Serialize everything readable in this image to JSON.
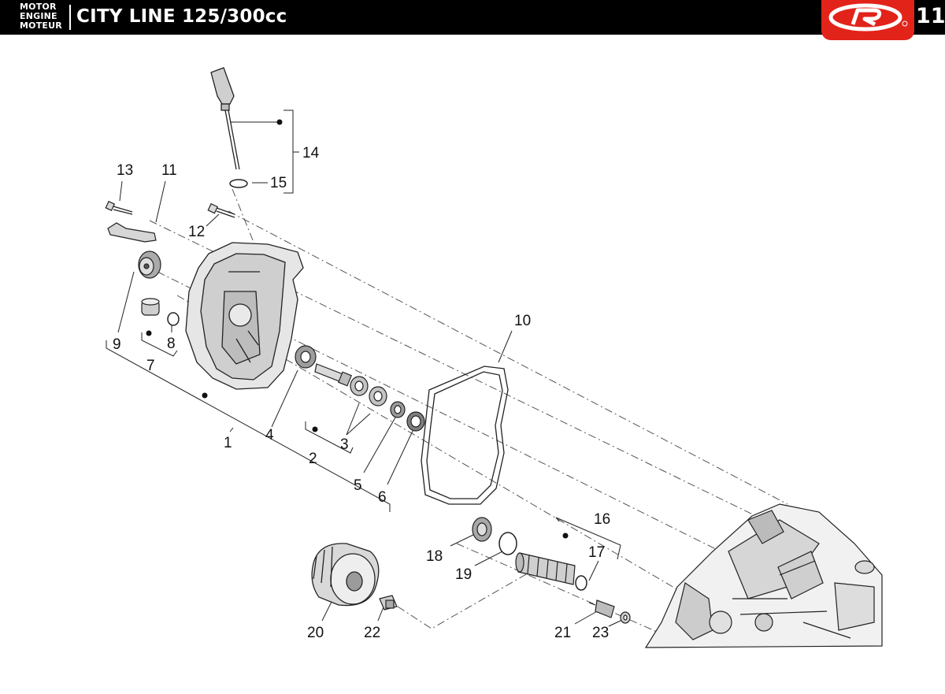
{
  "header": {
    "section_labels": [
      "MOTOR",
      "ENGINE",
      "MOTEUR"
    ],
    "model_title": "CITY LINE 125/300cc",
    "page_number": "11",
    "brand_color": "#e2231a"
  },
  "diagram": {
    "callouts": [
      "1",
      "2",
      "3",
      "4",
      "5",
      "6",
      "7",
      "8",
      "9",
      "10",
      "11",
      "12",
      "13",
      "14",
      "15",
      "16",
      "17",
      "18",
      "19",
      "20",
      "21",
      "22",
      "23"
    ]
  }
}
